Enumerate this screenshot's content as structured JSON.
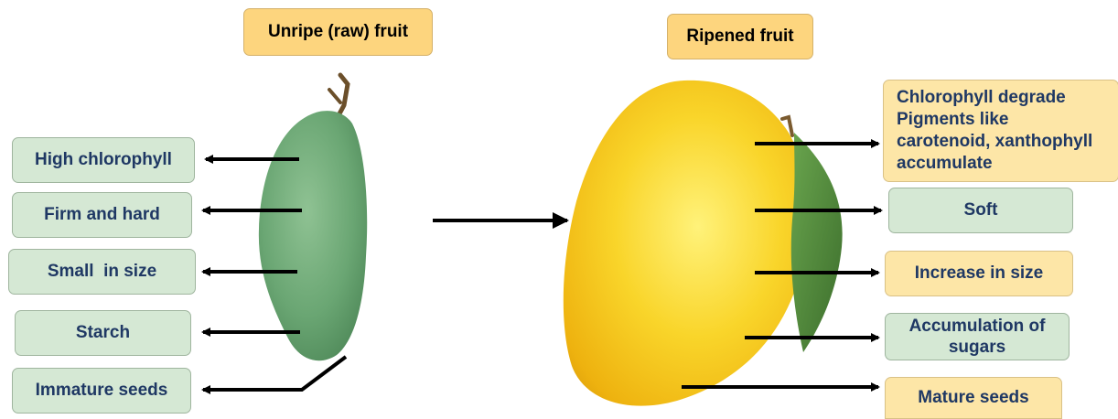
{
  "titles": {
    "unripe": "Unripe (raw) fruit",
    "ripe": "Ripened fruit"
  },
  "unripe_traits": [
    "High chlorophyll",
    "Firm and hard",
    "Small  in size",
    "Starch",
    "Immature seeds"
  ],
  "ripe_traits": {
    "chlorophyll": [
      "Chlorophyll degrade",
      "Pigments like",
      "carotenoid, xanthophyll",
      "accumulate"
    ],
    "soft": "Soft",
    "size": "Increase in size",
    "sugars": [
      "Accumulation of",
      "sugars"
    ],
    "seeds": "Mature seeds"
  },
  "colors": {
    "green_box": "#d5e8d4",
    "yellow_box": "#fde6a7",
    "title_box": "#fdd57e",
    "text": "#1f3864",
    "arrow": "#000000",
    "unripe_mango": "#6aa673",
    "ripe_mango": "#f3c21b",
    "leaf": "#4f8a3c"
  }
}
